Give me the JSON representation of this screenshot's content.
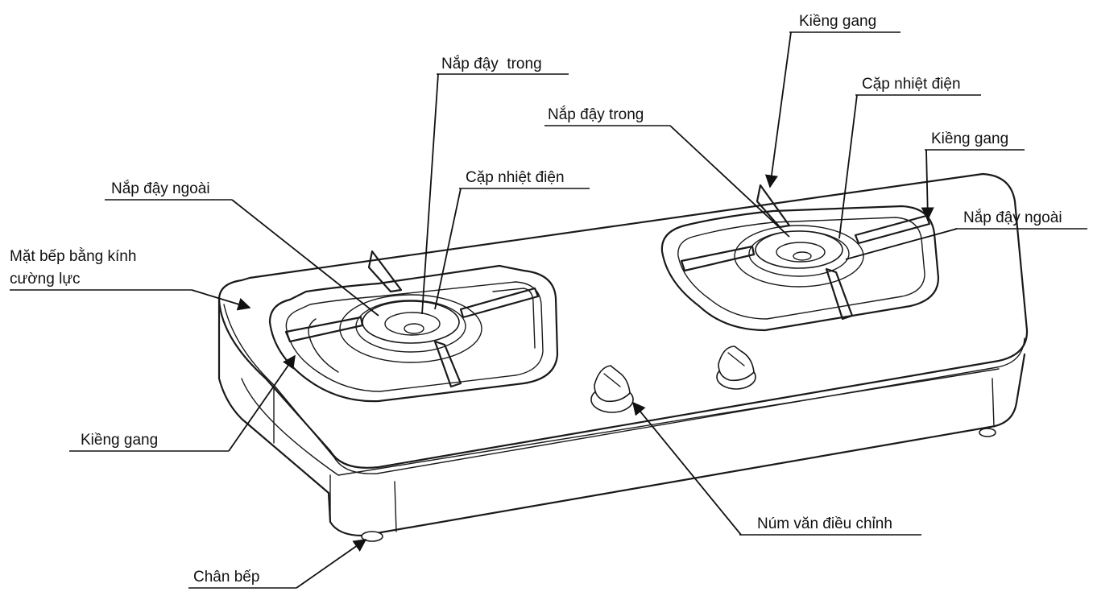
{
  "labels": {
    "kieng_gang_top": "Kiềng gang",
    "nap_day_trong_left": "Nắp đậy  trong",
    "cap_nhiet_dien_right": "Cặp nhiệt điện",
    "nap_day_trong_right": "Nắp đậy trong",
    "kieng_gang_right": "Kiềng gang",
    "cap_nhiet_dien_left": "Cặp nhiệt điện",
    "nap_day_ngoai_left": "Nắp đậy ngoài",
    "nap_day_ngoai_right": "Nắp đậy ngoài",
    "mat_bep_line1": "Mặt bếp bằng kính",
    "mat_bep_line2": "cường lực",
    "kieng_gang_left": "Kiềng gang",
    "num_van": "Núm văn điều chỉnh",
    "chan_bep": "Chân bếp"
  },
  "icons": {
    "stove": "gas-stove-drawing"
  }
}
